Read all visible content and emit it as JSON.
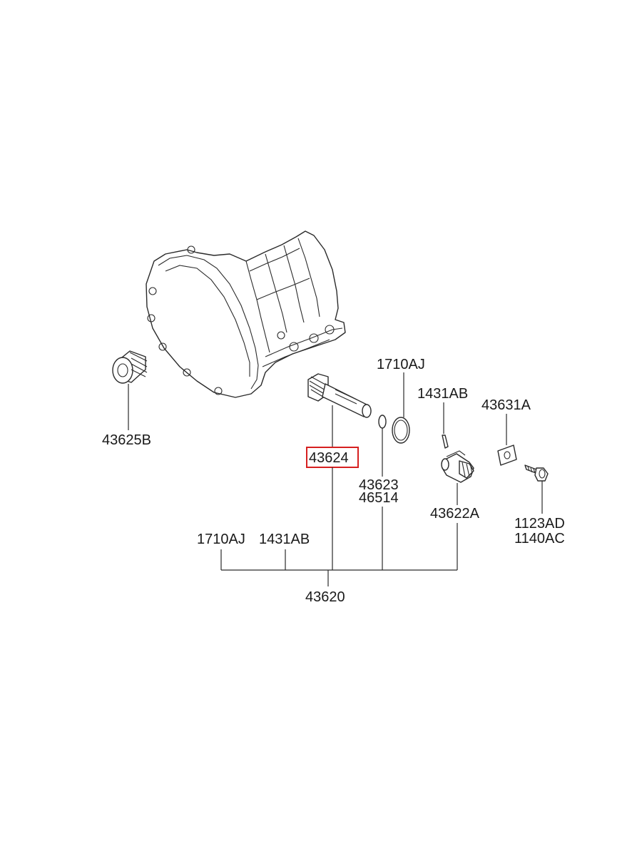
{
  "diagram": {
    "parts": [
      {
        "id": "transmission",
        "label": ""
      },
      {
        "id": "oil-seal",
        "label": "43625B"
      },
      {
        "id": "driven-gear",
        "label": "43624",
        "highlighted": true
      },
      {
        "id": "o-ring-large",
        "label": "1710AJ"
      },
      {
        "id": "o-ring-small",
        "label": "43623"
      },
      {
        "id": "sleeve",
        "label": "46514"
      },
      {
        "id": "pin",
        "label": "1431AB"
      },
      {
        "id": "sleeve-sensor",
        "label": "43622A"
      },
      {
        "id": "plate",
        "label": "43631A"
      },
      {
        "id": "bolt-a",
        "label": "1123AD"
      },
      {
        "id": "bolt-b",
        "label": "1140AC"
      }
    ],
    "assembly": {
      "label": "43620",
      "components": [
        "1710AJ",
        "1431AB"
      ]
    },
    "highlight_color": "#d62020"
  }
}
